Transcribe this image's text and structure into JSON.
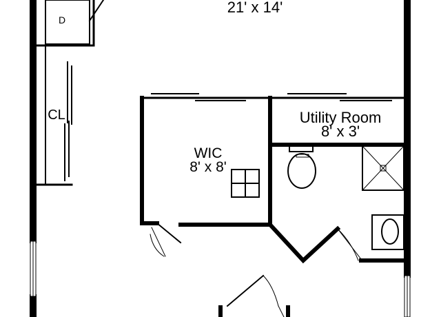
{
  "rooms": {
    "main_room": {
      "dimensions": "21' x 14'"
    },
    "dryer_label": "D",
    "closet_label": "CL",
    "wic": {
      "name": "WIC",
      "dimensions": "8' x 8'"
    },
    "utility": {
      "name": "Utility Room",
      "dimensions": "8' x 3'"
    }
  },
  "colors": {
    "wall": "#000000",
    "background": "#ffffff",
    "line": "#333333"
  }
}
